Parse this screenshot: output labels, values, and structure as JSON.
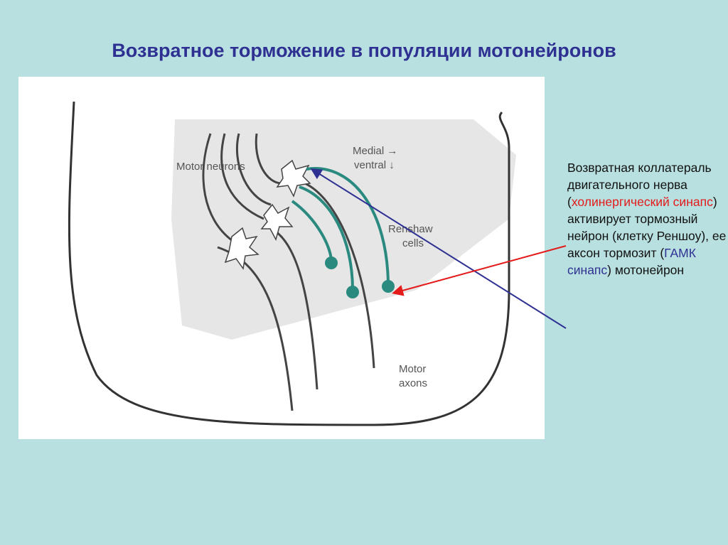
{
  "title": "Возвратное торможение в популяции мотонейронов",
  "figure": {
    "labels": {
      "motor_neurons": "Motor neurons",
      "medial": "Medial →",
      "ventral": "ventral ↓",
      "renshaw": "Renshaw",
      "cells": "cells",
      "motor": "Motor",
      "axons": "axons"
    }
  },
  "description": {
    "part1": "Возвратная коллатераль двигательного нерва (",
    "red": "холинергический синапс",
    "part2": ") активирует тормозный нейрон (клетку Реншоу), ее аксон тормозит (",
    "blue": "ГАМК синапс",
    "part3": ") мотонейрон"
  },
  "colors": {
    "background": "#b9e0e0",
    "title": "#2e3192",
    "red_arrow": "#e31b1b",
    "blue_arrow": "#2e3192",
    "collateral": "#2a8a80"
  }
}
